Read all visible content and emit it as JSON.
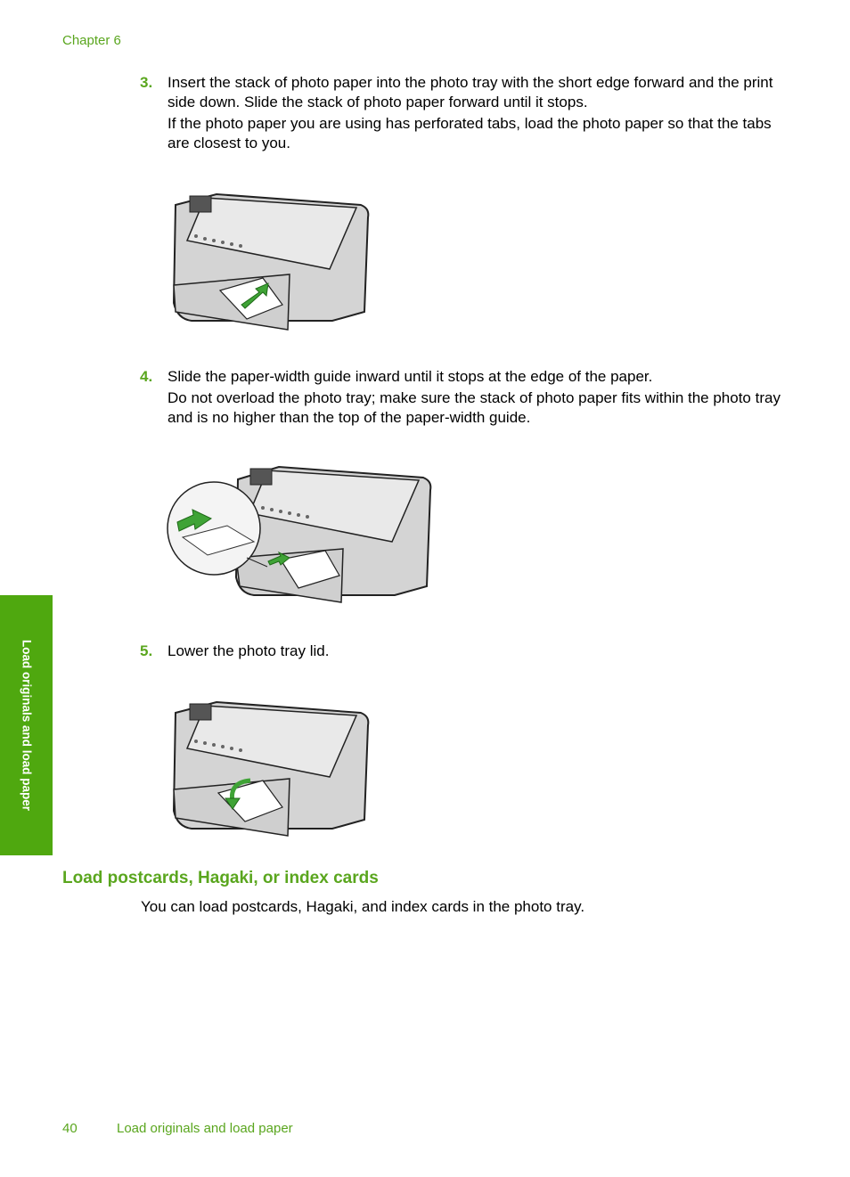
{
  "header": {
    "chapter": "Chapter 6"
  },
  "steps": [
    {
      "num": "3.",
      "lines": [
        "Insert the stack of photo paper into the photo tray with the short edge forward and the print side down. Slide the stack of photo paper forward until it stops.",
        "If the photo paper you are using has perforated tabs, load the photo paper so that the tabs are closest to you."
      ]
    },
    {
      "num": "4.",
      "lines": [
        "Slide the paper-width guide inward until it stops at the edge of the paper.",
        "Do not overload the photo tray; make sure the stack of photo paper fits within the photo tray and is no higher than the top of the paper-width guide."
      ]
    },
    {
      "num": "5.",
      "lines": [
        "Lower the photo tray lid."
      ]
    }
  ],
  "side_tab": {
    "label": "Load originals and load paper"
  },
  "section": {
    "heading": "Load postcards, Hagaki, or index cards",
    "intro": "You can load postcards, Hagaki, and index cards in the photo tray."
  },
  "footer": {
    "page_number": "40",
    "title": "Load originals and load paper"
  },
  "colors": {
    "accent": "#5aa61e",
    "tab_bg": "#4fa80f",
    "arrow": "#3fa336"
  }
}
